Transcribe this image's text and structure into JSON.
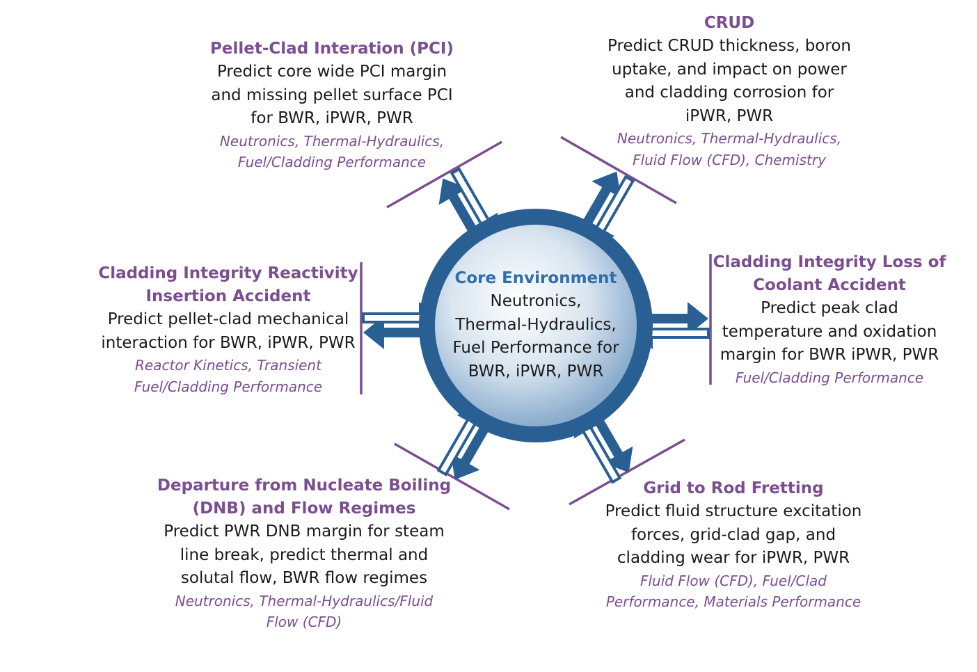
{
  "colors": {
    "accent": "#7b4e90",
    "ring": "#2a5f94",
    "center_title": "#2e6fad",
    "text": "#1a1a1a"
  },
  "center": {
    "title": "Core Environment",
    "lines": [
      "Neutronics,",
      "Thermal-Hydraulics,",
      "Fuel Performance for",
      "BWR, iPWR, PWR"
    ]
  },
  "challenges": {
    "pci": {
      "title": [
        "Pellet-Clad Interation (PCI)"
      ],
      "desc": [
        "Predict core wide PCI margin",
        "and missing pellet surface PCI",
        "for BWR, iPWR, PWR"
      ],
      "tags": [
        "Neutronics, Thermal-Hydraulics,",
        "Fuel/Cladding Performance"
      ]
    },
    "crud": {
      "title": [
        "CRUD"
      ],
      "desc": [
        "Predict CRUD thickness, boron",
        "uptake, and impact on power",
        "and cladding corrosion for",
        "iPWR, PWR"
      ],
      "tags": [
        "Neutronics, Thermal-Hydraulics,",
        "Fluid Flow (CFD), Chemistry"
      ]
    },
    "ria": {
      "title": [
        "Cladding Integrity Reactivity",
        "Insertion Accident"
      ],
      "desc": [
        "Predict pellet-clad mechanical",
        "interaction for BWR, iPWR, PWR"
      ],
      "tags": [
        "Reactor Kinetics, Transient",
        "Fuel/Cladding Performance"
      ]
    },
    "loca": {
      "title": [
        "Cladding Integrity Loss of",
        "Coolant Accident"
      ],
      "desc": [
        "Predict peak clad",
        "temperature and oxidation",
        "margin for BWR iPWR, PWR"
      ],
      "tags": [
        "Fuel/Cladding Performance"
      ]
    },
    "dnb": {
      "title": [
        "Departure from Nucleate Boiling",
        "(DNB) and Flow Regimes"
      ],
      "desc": [
        "Predict PWR DNB margin for steam",
        "line break, predict thermal and",
        "solutal flow, BWR flow regimes"
      ],
      "tags": [
        "Neutronics, Thermal-Hydraulics/Fluid",
        "Flow (CFD)"
      ]
    },
    "grtf": {
      "title": [
        "Grid to Rod Fretting"
      ],
      "desc": [
        "Predict fluid structure excitation",
        "forces, grid-clad gap, and",
        "cladding wear for iPWR, PWR"
      ],
      "tags": [
        "Fluid Flow (CFD), Fuel/Clad",
        "Performance, Materials Performance"
      ]
    }
  }
}
